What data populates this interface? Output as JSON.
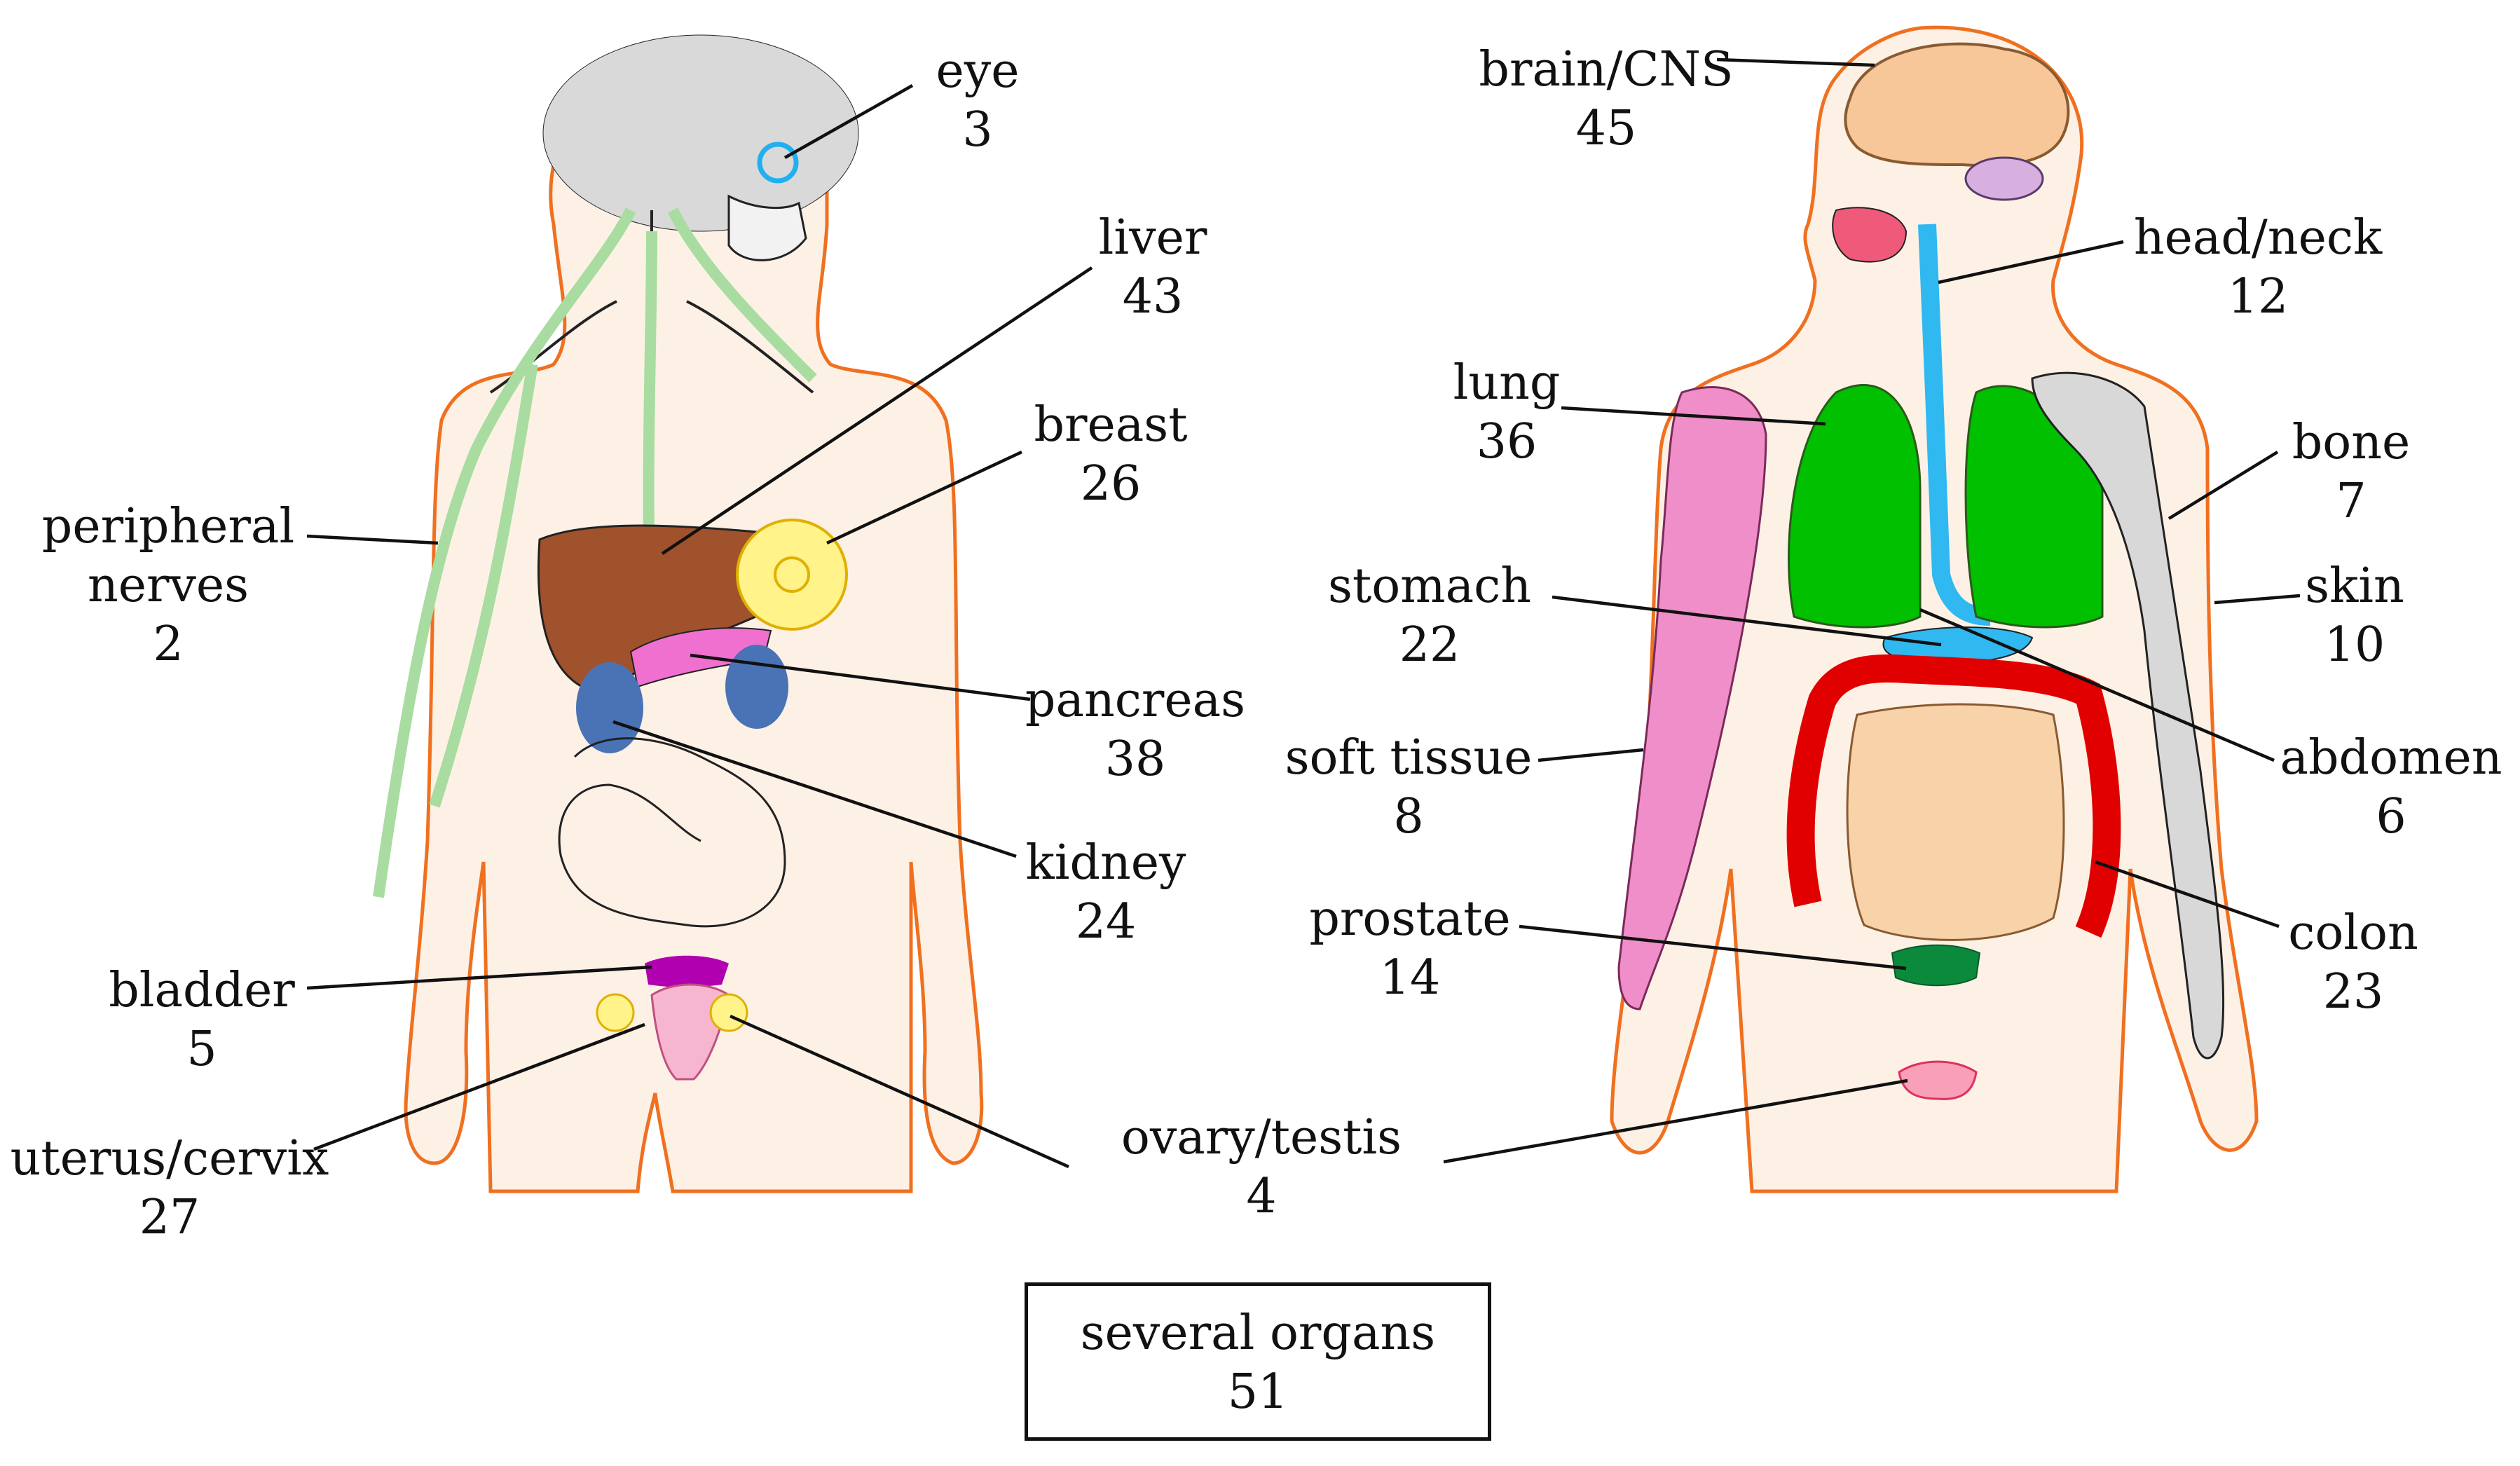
{
  "figure": {
    "colors": {
      "outline": "#f07020",
      "skin": "#fdf1e6",
      "nerves": "#a8dca0",
      "skull": "#d9d9d9",
      "eye": "#20b0f0",
      "liver": "#a0522d",
      "breast": "#fff38a",
      "pancreas": "#f070d0",
      "kidney": "#4a73b5",
      "bladder": "#b000b0",
      "uterus": "#f7b6d0",
      "brain": "#f7c79a",
      "trachea": "#30b8f0",
      "lung": "#00c000",
      "muscle": "#ef8ec8",
      "bone": "#d8d8d8",
      "colon": "#e00000",
      "intestine": "#f8d2a8",
      "prostate": "#0a8a3a",
      "testis": "#f8a0b8"
    }
  },
  "labels": {
    "eye": {
      "name": "eye",
      "count": "3"
    },
    "liver": {
      "name": "liver",
      "count": "43"
    },
    "breast": {
      "name": "breast",
      "count": "26"
    },
    "peripheral_nerves": {
      "name_line1": "peripheral",
      "name_line2": "nerves",
      "count": "2"
    },
    "pancreas": {
      "name": "pancreas",
      "count": "38"
    },
    "kidney": {
      "name": "kidney",
      "count": "24"
    },
    "bladder": {
      "name": "bladder",
      "count": "5"
    },
    "uterus_cervix": {
      "name": "uterus/cervix",
      "count": "27"
    },
    "ovary_testis": {
      "name": "ovary/testis",
      "count": "4"
    },
    "brain_cns": {
      "name": "brain/CNS",
      "count": "45"
    },
    "head_neck": {
      "name": "head/neck",
      "count": "12"
    },
    "lung": {
      "name": "lung",
      "count": "36"
    },
    "bone": {
      "name": "bone",
      "count": "7"
    },
    "stomach": {
      "name": "stomach",
      "count": "22"
    },
    "skin": {
      "name": "skin",
      "count": "10"
    },
    "soft_tissue": {
      "name": "soft tissue",
      "count": "8"
    },
    "abdomen": {
      "name": "abdomen",
      "count": "6"
    },
    "prostate": {
      "name": "prostate",
      "count": "14"
    },
    "colon": {
      "name": "colon",
      "count": "23"
    }
  },
  "summary": {
    "name": "several organs",
    "count": "51"
  }
}
